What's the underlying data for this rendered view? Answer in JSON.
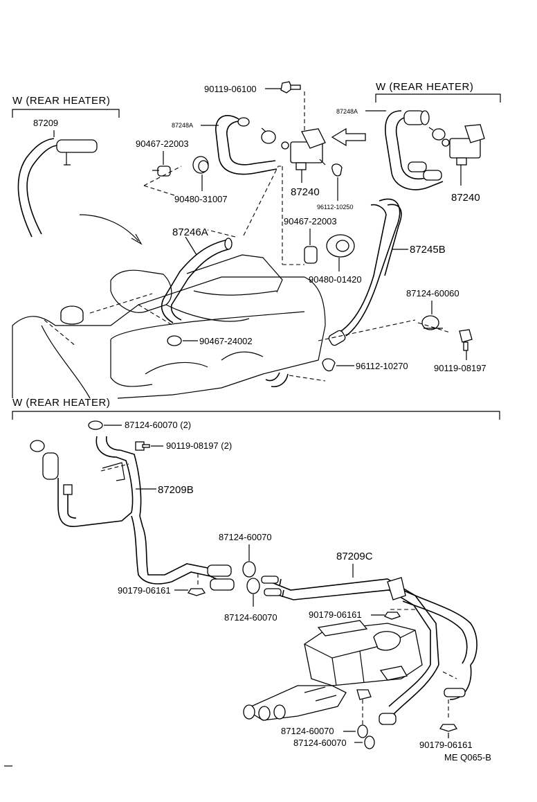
{
  "headers": {
    "top_left": "W (REAR HEATER)",
    "top_right": "W (REAR HEATER)",
    "bottom": "W (REAR HEATER)"
  },
  "labels": {
    "p87209": "87209",
    "p90119_06100": "90119-06100",
    "p87248a_left": "87248A",
    "p87248a_right": "87248A",
    "p90467_22003_a": "90467-22003",
    "p90480_31007": "90480-31007",
    "p87240_left": "87240",
    "p87240_right": "87240",
    "p96112_10250": "96112-10250",
    "p90467_22003_b": "90467-22003",
    "p87245b": "87245B",
    "p87246a": "87246A",
    "p90480_01420": "90480-01420",
    "p87124_60060": "87124-60060",
    "p90467_24002": "90467-24002",
    "p96112_10270": "96112-10270",
    "p90119_08197": "90119-08197",
    "p87124_60070_2": "87124-60070 (2)",
    "p90119_08197_2": "90119-08197 (2)",
    "p87209b": "87209B",
    "p87124_60070_a": "87124-60070",
    "p87209c": "87209C",
    "p90179_06161_a": "90179-06161",
    "p87124_60070_b": "87124-60070",
    "p90179_06161_b": "90179-06161",
    "p87124_60070_c": "87124-60070",
    "p87124_60070_d": "87124-60070",
    "p90179_06161_c": "90179-06161",
    "catalog_code": "ME  Q065-B"
  }
}
